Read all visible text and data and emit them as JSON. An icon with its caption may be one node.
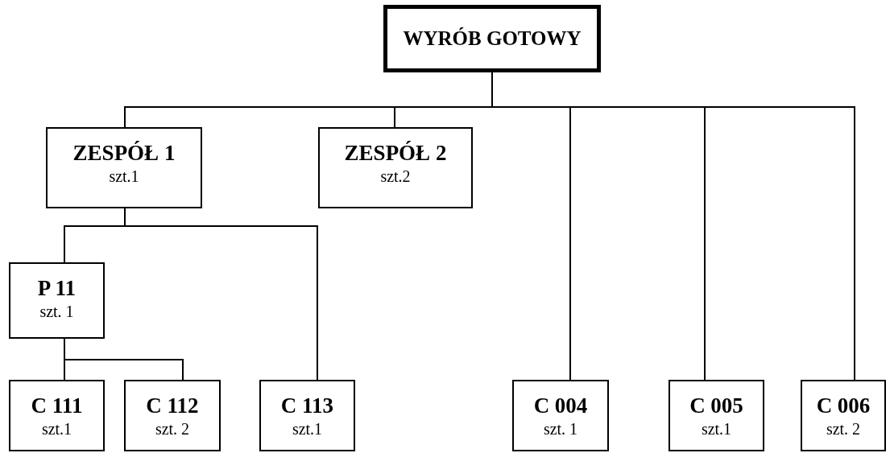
{
  "diagram": {
    "nodes": [
      {
        "text": [
          "WYRÓB GOTOWY"
        ]
      },
      {
        "text": [
          "ZESPÓŁ 1",
          "szt.1"
        ]
      },
      {
        "text": [
          "ZESPÓŁ 2",
          "szt.2"
        ]
      },
      {
        "text": [
          "P 11",
          "szt. 1"
        ]
      },
      {
        "text": [
          "C 111",
          "szt.1"
        ]
      },
      {
        "text": [
          "C 112",
          "szt. 2"
        ]
      },
      {
        "text": [
          "C 113",
          "szt.1"
        ]
      },
      {
        "text": [
          "C 004",
          "szt. 1"
        ]
      },
      {
        "text": [
          "C 005",
          "szt.1"
        ]
      },
      {
        "text": [
          "C 006",
          "szt. 2"
        ]
      }
    ],
    "edges": [
      {
        "from": 0,
        "to": 1,
        "arrow": "none"
      },
      {
        "from": 0,
        "to": 2,
        "arrow": "none"
      },
      {
        "from": 1,
        "to": 3,
        "arrow": "none"
      },
      {
        "from": 1,
        "to": 6,
        "arrow": "none"
      },
      {
        "from": 3,
        "to": 4,
        "arrow": "none"
      },
      {
        "from": 3,
        "to": 5,
        "arrow": "none"
      },
      {
        "from": 0,
        "to": 7,
        "arrow": "none"
      },
      {
        "from": 0,
        "to": 8,
        "arrow": "none"
      },
      {
        "from": 0,
        "to": 9,
        "arrow": "none"
      }
    ]
  }
}
